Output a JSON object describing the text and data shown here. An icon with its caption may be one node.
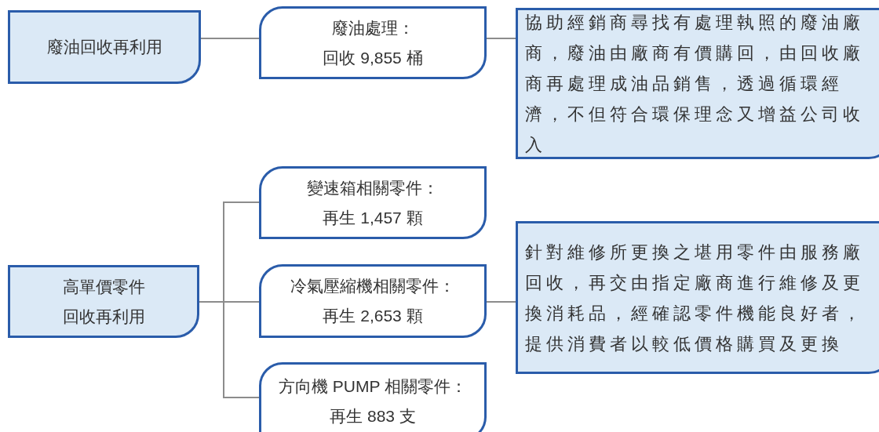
{
  "diagram": {
    "nodes": [
      {
        "text": [
          "廢油回收再利用"
        ]
      },
      {
        "text": [
          "廢油處理：",
          "回收 9,855 桶"
        ]
      },
      {
        "text": [
          "協助經銷商尋找有處理執照的廢油廠商，廢油由廠商有價購回，由回收廠商再處理成油品銷售，透過循環經濟，不但符合環保理念又增益公司收入"
        ]
      },
      {
        "text": [
          "高單價零件",
          "回收再利用"
        ]
      },
      {
        "text": [
          "變速箱相關零件：",
          "再生 1,457 顆"
        ]
      },
      {
        "text": [
          "冷氣壓縮機相關零件：",
          "再生 2,653 顆"
        ]
      },
      {
        "text": [
          "方向機 PUMP 相關零件：",
          "再生 883 支"
        ]
      },
      {
        "text": [
          "針對維修所更換之堪用零件由服務廠回收，再交由指定廠商進行維修及更換消耗品，經確認零件機能良好者，提供消費者以較低價格購買及更換"
        ]
      }
    ],
    "edges": [
      {
        "from": 0,
        "to": 1,
        "arrow": "none"
      },
      {
        "from": 1,
        "to": 2,
        "arrow": "none"
      },
      {
        "from": 3,
        "to": 4,
        "arrow": "none"
      },
      {
        "from": 3,
        "to": 5,
        "arrow": "none"
      },
      {
        "from": 3,
        "to": 6,
        "arrow": "none"
      },
      {
        "from": 5,
        "to": 7,
        "arrow": "none"
      }
    ]
  }
}
